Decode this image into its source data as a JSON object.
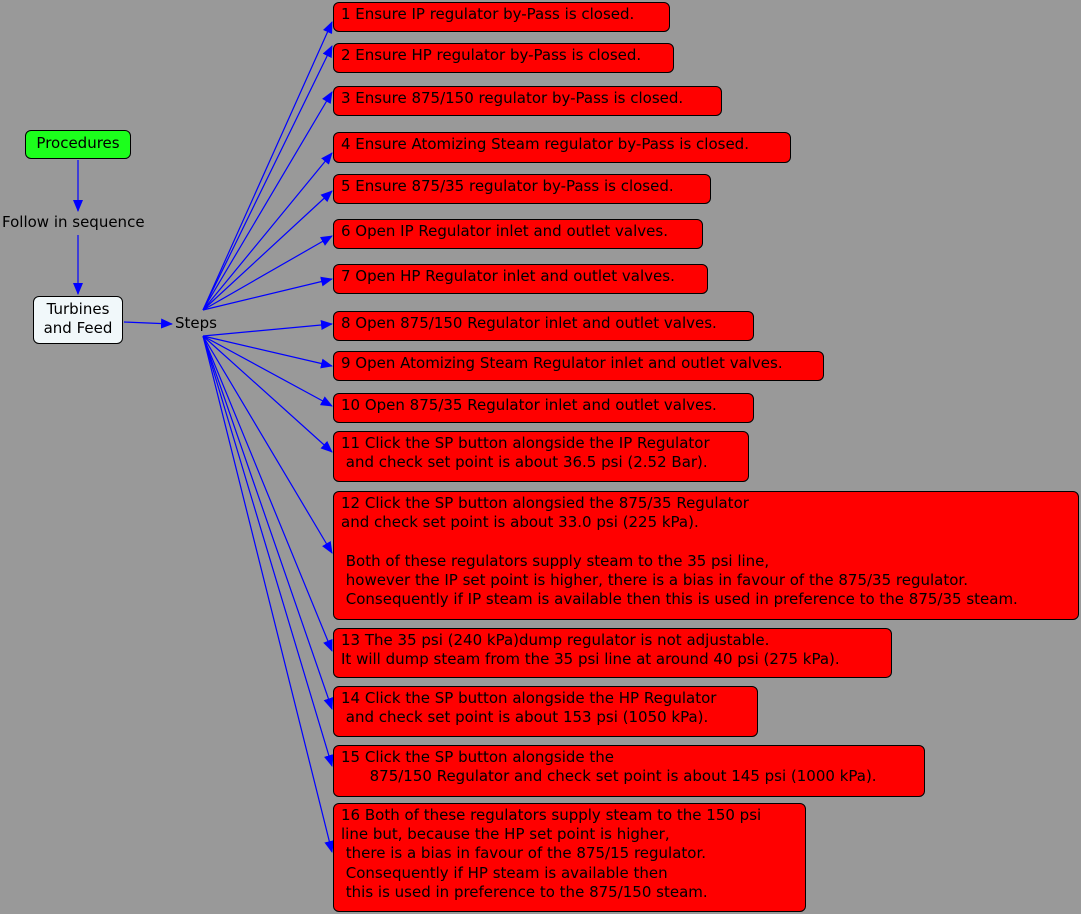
{
  "colors": {
    "background": "#999999",
    "step_box": "#ff0000",
    "procedures_box": "#1cff1c",
    "turbines_box": "#f1f8fa",
    "arrow": "#0000ff"
  },
  "procedures": "Procedures",
  "follow_label": "Follow in sequence",
  "turbines": "Turbines\nand Feed",
  "steps_label": "Steps",
  "steps": [
    "1 Ensure IP regulator by-Pass is closed.",
    "2 Ensure HP regulator by-Pass is closed.",
    "3 Ensure 875/150 regulator by-Pass is closed.",
    "4 Ensure Atomizing Steam regulator by-Pass is closed.",
    "5 Ensure 875/35 regulator by-Pass is closed.",
    "6 Open IP Regulator inlet and outlet valves.",
    "7 Open HP Regulator inlet and outlet valves.",
    "8 Open 875/150 Regulator inlet and outlet valves.",
    "9 Open Atomizing Steam Regulator inlet and outlet valves.",
    "10 Open 875/35 Regulator inlet and outlet valves.",
    "11 Click the SP button alongside the IP Regulator\n and check set point is about 36.5 psi (2.52 Bar).",
    "12 Click the SP button alongsied the 875/35 Regulator\nand check set point is about 33.0 psi (225 kPa).\n\n Both of these regulators supply steam to the 35 psi line,\n however the IP set point is higher, there is a bias in favour of the 875/35 regulator.\n Consequently if IP steam is available then this is used in preference to the 875/35 steam.",
    "13 The 35 psi (240 kPa)dump regulator is not adjustable.\nIt will dump steam from the 35 psi line at around 40 psi (275 kPa).",
    "14 Click the SP button alongside the HP Regulator\n and check set point is about 153 psi (1050 kPa).",
    "15 Click the SP button alongside the\n      875/150 Regulator and check set point is about 145 psi (1000 kPa).",
    "16 Both of these regulators supply steam to the 150 psi\nline but, because the HP set point is higher,\n there is a bias in favour of the 875/15 regulator.\n Consequently if HP steam is available then\n this is used in preference to the 875/150 steam."
  ]
}
